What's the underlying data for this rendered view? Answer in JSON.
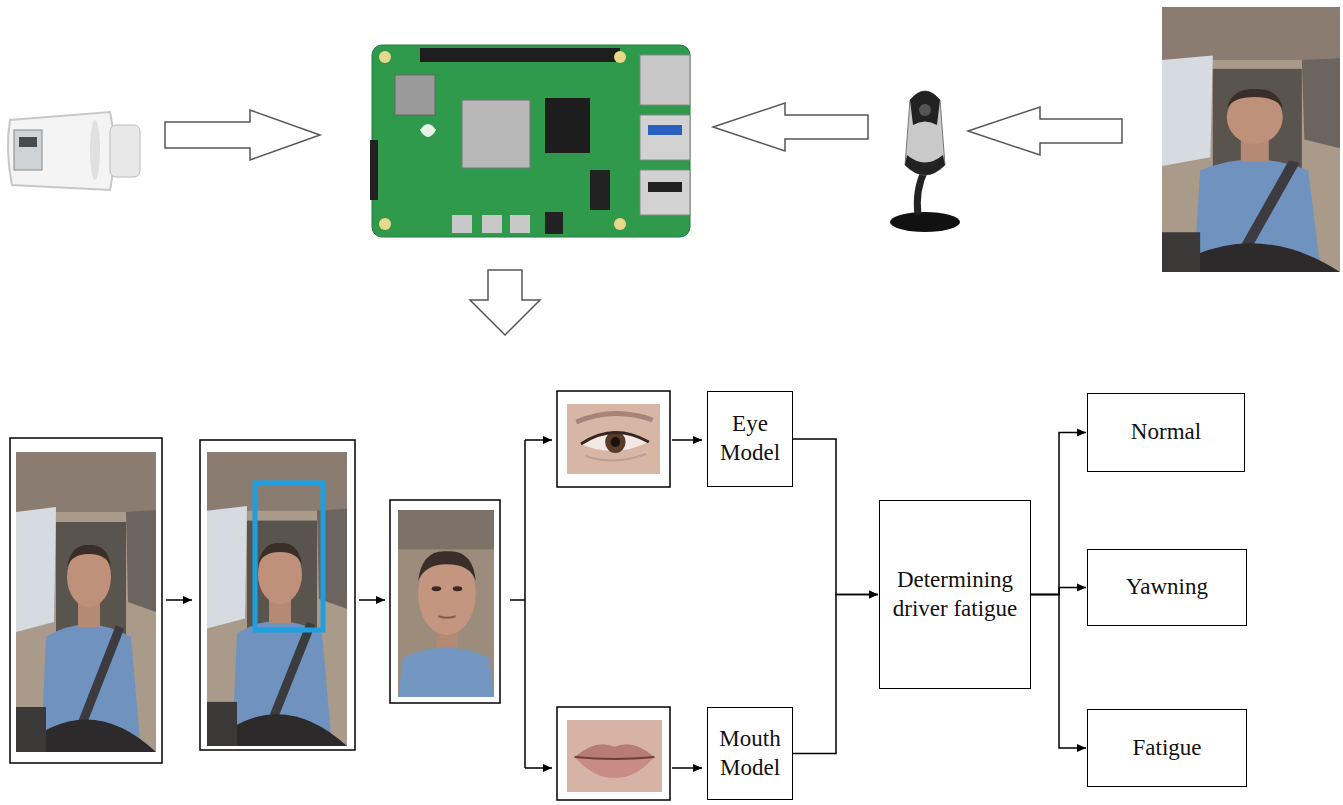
{
  "diagram": {
    "nodes": [
      {
        "text": [
          "Eye Model"
        ]
      },
      {
        "text": [
          "Mouth Model"
        ]
      },
      {
        "text": [
          "Determining driver fatigue"
        ]
      },
      {
        "text": [
          "Normal"
        ]
      },
      {
        "text": [
          "Yawning"
        ]
      },
      {
        "text": [
          "Fatigue"
        ]
      }
    ],
    "edges": [
      {
        "from": 0,
        "to": 2,
        "arrow": "to"
      },
      {
        "from": 1,
        "to": 2,
        "arrow": "to"
      },
      {
        "from": 2,
        "to": 3,
        "arrow": "to"
      },
      {
        "from": 2,
        "to": 4,
        "arrow": "to"
      },
      {
        "from": 2,
        "to": 5,
        "arrow": "to"
      }
    ]
  }
}
